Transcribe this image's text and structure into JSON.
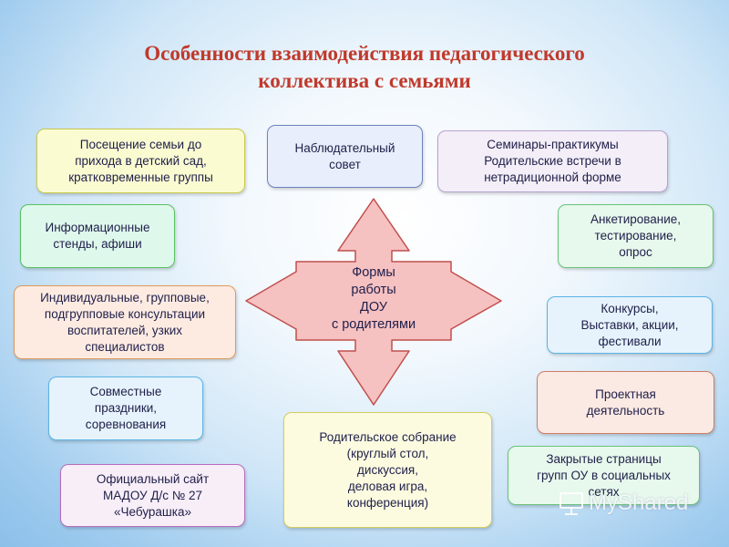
{
  "title": {
    "line1": "Особенности взаимодействия педагогического",
    "line2": "коллектива с семьями"
  },
  "center": {
    "lines": [
      "Формы",
      "работы",
      "ДОУ",
      "с родителями"
    ]
  },
  "boxes": {
    "family_visit": [
      "Посещение семьи до",
      "прихода в детский сад,",
      "кратковременные группы"
    ],
    "board": [
      "Наблюдательный",
      "совет"
    ],
    "seminars": [
      "Семинары-практикумы",
      "Родительские встречи в",
      "нетрадиционной форме"
    ],
    "info_stands": [
      "Информационные",
      "стенды, афиши"
    ],
    "survey": [
      "Анкетирование,",
      "тестирование,",
      "опрос"
    ],
    "consultations": [
      "Индивидуальные, групповые,",
      "подгрупповые консультации",
      "воспитателей, узких",
      "специалистов"
    ],
    "contests": [
      "Конкурсы,",
      "Выставки, акции,",
      "фестивали"
    ],
    "holidays": [
      "Совместные",
      "праздники,",
      "соревнования"
    ],
    "project": [
      "Проектная",
      "деятельность"
    ],
    "meeting": [
      "Родительское собрание",
      "(круглый стол,",
      "дискуссия,",
      "деловая игра,",
      "конференция)"
    ],
    "social": [
      "Закрытые страницы",
      "групп ОУ в социальных",
      "сетях"
    ],
    "website": [
      "Официальный сайт",
      "МАДОУ Д/с № 27",
      "«Чебурашка»"
    ]
  },
  "watermark": {
    "text": "MyShared"
  },
  "colors": {
    "title": "#c0392b",
    "arrow_fill": "#f6c1c1",
    "arrow_stroke": "#c0504d"
  }
}
